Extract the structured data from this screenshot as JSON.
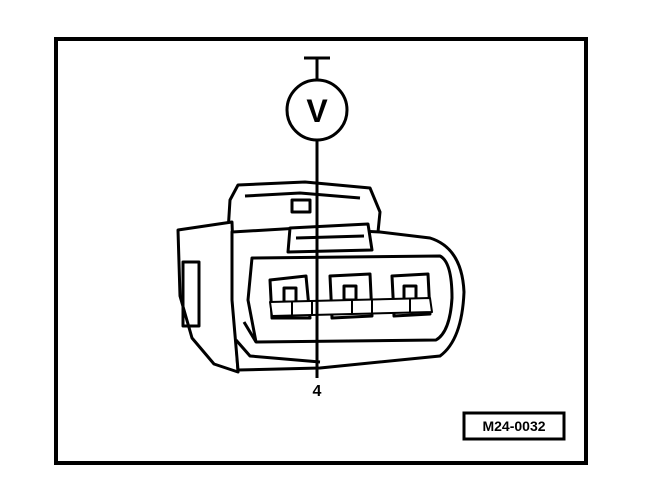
{
  "diagram": {
    "meter_symbol": "V",
    "pin_label": "4",
    "figure_code": "M24-0032",
    "colors": {
      "ink": "#000000",
      "paper": "#ffffff"
    },
    "icons": [
      "voltmeter-icon",
      "ground-symbol-icon",
      "connector-housing-icon"
    ]
  }
}
